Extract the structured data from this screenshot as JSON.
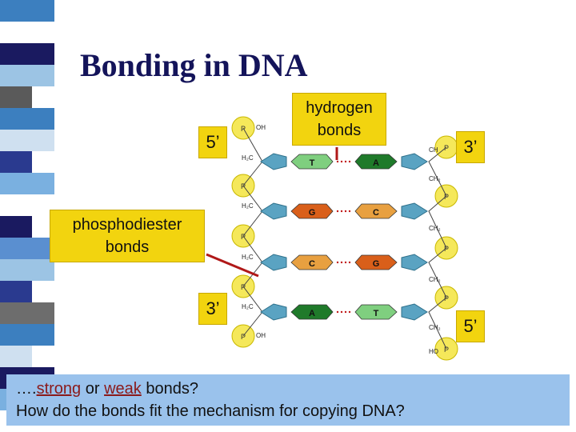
{
  "slide": {
    "title": "Bonding in DNA"
  },
  "labels": {
    "hydrogen_bonds": [
      "hydrogen",
      "bonds"
    ],
    "phosphodiester_bonds": [
      "phosphodiester",
      "bonds"
    ],
    "five_prime_top": "5’",
    "three_prime_top": "3’",
    "three_prime_bottom": "3’",
    "five_prime_bottom": "5’"
  },
  "question": {
    "line1_prefix": "….",
    "strong": "strong",
    "or": " or ",
    "weak": "weak",
    "line1_suffix": " bonds?",
    "line2": "How do the bonds fit the mechanism for copying DNA?"
  },
  "base_pairs": [
    {
      "left": "T",
      "right": "A"
    },
    {
      "left": "G",
      "right": "C"
    },
    {
      "left": "C",
      "right": "G"
    },
    {
      "left": "A",
      "right": "T"
    }
  ],
  "chem": {
    "left": [
      "OH",
      "H₂C",
      "H₂C",
      "H₂C",
      "H₂C",
      "OH"
    ],
    "right": [
      "CH",
      "CH₂",
      "CH₂",
      "CH₂",
      "CH₂",
      "HO"
    ]
  },
  "colors": {
    "title": "#14145a",
    "label_box": "#f2d40f",
    "question_bg": "#9ac2ec",
    "underline_words": "#8b1a1a",
    "base_T": "#7fcf7f",
    "base_A": "#1f7a2a",
    "base_G": "#d95f1a",
    "base_C": "#e8a040",
    "sugar": "#5aa3c2",
    "phosphate": "#f5e85a",
    "bond_line": "#b01818"
  }
}
